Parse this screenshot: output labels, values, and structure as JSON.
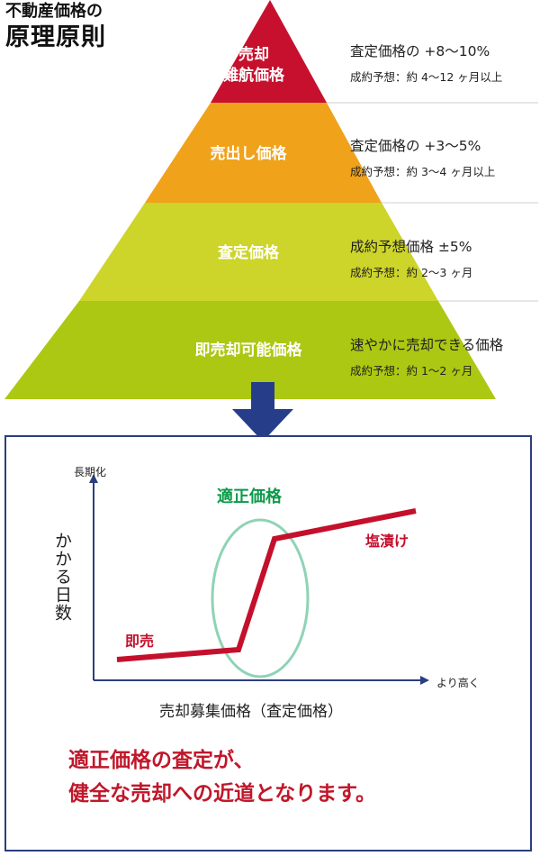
{
  "title": {
    "line1": "不動産価格の",
    "line2": "原理原則"
  },
  "tiers": [
    {
      "label_line1": "売却",
      "label_line2": "難航価格",
      "desc_main": "査定価格の +8〜10%",
      "desc_sub": "成約予想：約 4〜12 ヶ月以上",
      "color": "#c7102e"
    },
    {
      "label_line1": "売出し価格",
      "label_line2": "",
      "desc_main": "査定価格の +3〜5%",
      "desc_sub": "成約予想：約 3〜4 ヶ月以上",
      "color": "#f0a21a"
    },
    {
      "label_line1": "査定価格",
      "label_line2": "",
      "desc_main": "成約予想価格 ±5%",
      "desc_sub": "成約予想：約 2〜3 ヶ月",
      "color": "#cdd42a"
    },
    {
      "label_line1": "即売却可能価格",
      "label_line2": "",
      "desc_main": "速やかに売却できる価格",
      "desc_sub": "成約予想：約 1〜2 ヶ月",
      "color": "#acc812"
    }
  ],
  "arrow_color": "#263e8a",
  "chart": {
    "y_top_label": "長期化",
    "y_axis_label": "かかる日数",
    "x_axis_label": "売却募集価格（査定価格）",
    "x_end_label": "より高く",
    "curve_color": "#c4102c",
    "ellipse_label": "適正価格",
    "ellipse_color": "#8fd3b5",
    "ellipse_label_color": "#0a9a4a",
    "label_left": "即売",
    "label_right": "塩漬け"
  },
  "conclusion": {
    "line1": "適正価格の査定が、",
    "line2": "健全な売却への近道となります。"
  }
}
